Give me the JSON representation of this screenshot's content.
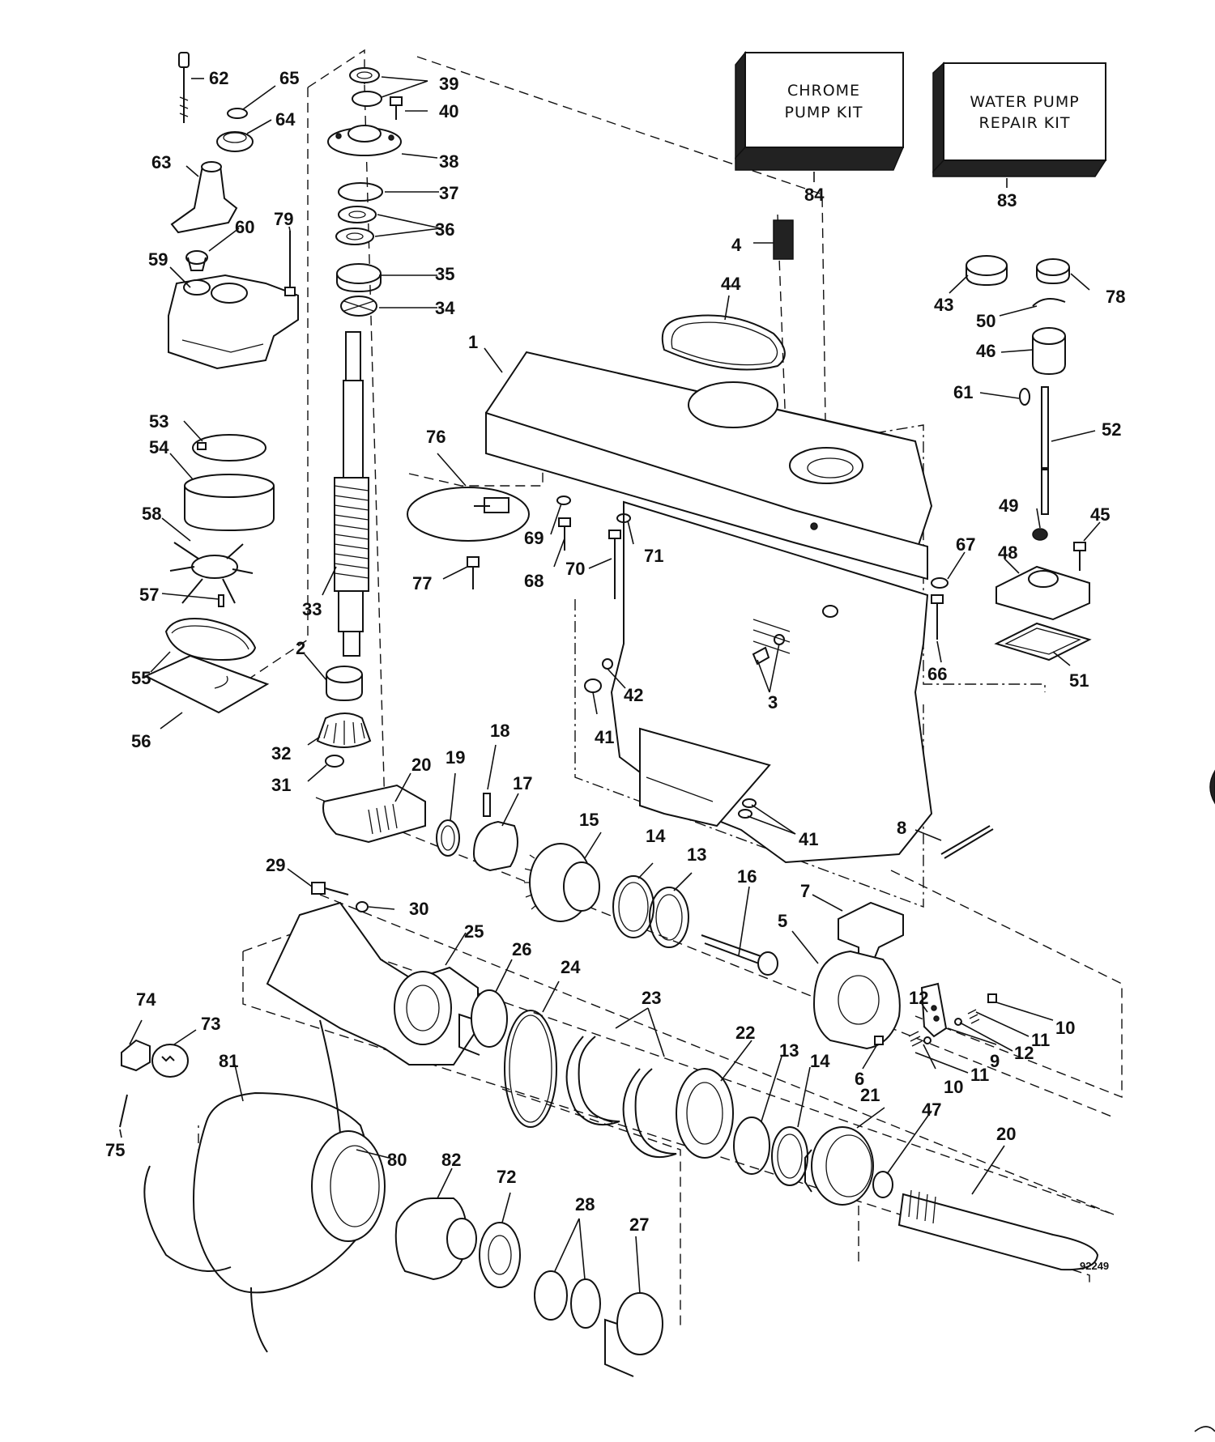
{
  "kits": {
    "chrome_pump": {
      "line1": "CHROME",
      "line2": "PUMP KIT",
      "ref": "84"
    },
    "water_pump": {
      "line1": "WATER PUMP",
      "line2": "REPAIR KIT",
      "ref": "83"
    }
  },
  "figure_number": "92249",
  "part_labels": [
    "62",
    "65",
    "64",
    "63",
    "60",
    "59",
    "79",
    "39",
    "40",
    "38",
    "37",
    "36",
    "35",
    "34",
    "53",
    "54",
    "58",
    "57",
    "55",
    "56",
    "33",
    "2",
    "32",
    "31",
    "20",
    "19",
    "18",
    "17",
    "1",
    "4",
    "44",
    "76",
    "69",
    "68",
    "70",
    "71",
    "77",
    "3",
    "41",
    "42",
    "41",
    "43",
    "78",
    "50",
    "46",
    "61",
    "52",
    "49",
    "45",
    "48",
    "67",
    "66",
    "51",
    "15",
    "14",
    "13",
    "16",
    "7",
    "5",
    "8",
    "29",
    "30",
    "25",
    "26",
    "24",
    "23",
    "22",
    "13",
    "14",
    "74",
    "73",
    "75",
    "81",
    "80",
    "82",
    "72",
    "28",
    "27",
    "21",
    "47",
    "20",
    "12",
    "11",
    "10",
    "9",
    "12",
    "11",
    "10",
    "6"
  ]
}
